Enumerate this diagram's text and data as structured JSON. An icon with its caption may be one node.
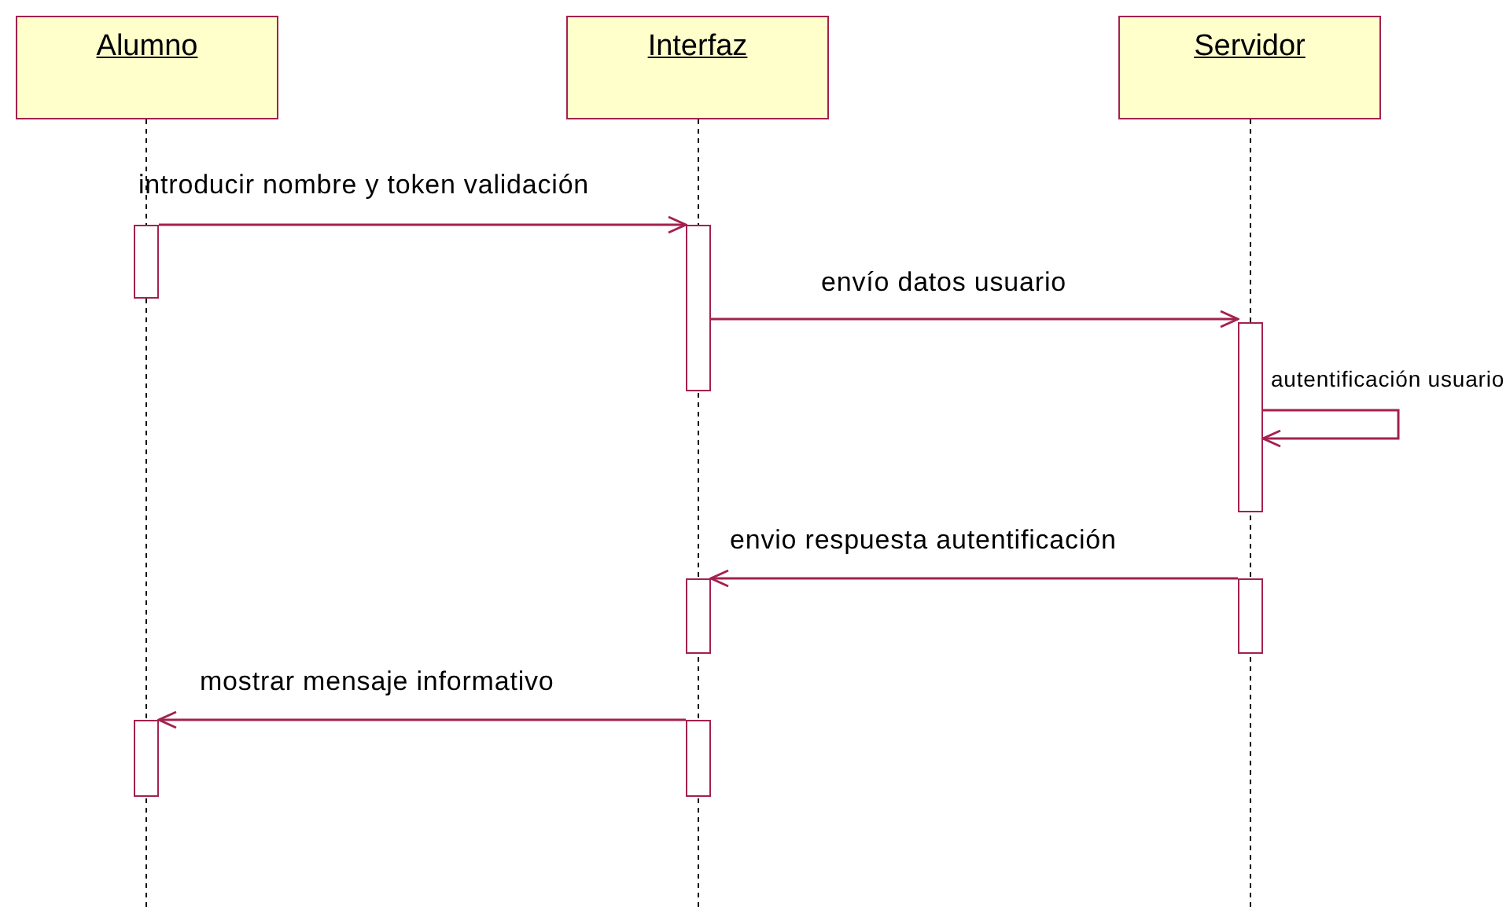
{
  "diagram": {
    "nodes": [
      {
        "text": [
          "Alumno"
        ]
      },
      {
        "text": [
          "Interfaz"
        ]
      },
      {
        "text": [
          "Servidor"
        ]
      },
      {
        "text": [],
        "shape": "bar"
      },
      {
        "text": [],
        "shape": "bar"
      },
      {
        "text": [],
        "shape": "bar"
      },
      {
        "text": [],
        "shape": "bar"
      },
      {
        "text": [],
        "shape": "bar"
      },
      {
        "text": [],
        "shape": "bar"
      },
      {
        "text": [],
        "shape": "bar"
      }
    ],
    "edges": [
      {
        "from": 3,
        "to": 4,
        "arrow": "to",
        "label": "introducir nombre y token validación"
      },
      {
        "from": 4,
        "to": 5,
        "arrow": "to",
        "label": "envío datos usuario"
      },
      {
        "from": 5,
        "to": 5,
        "arrow": "to",
        "label": "autentificación usuario"
      },
      {
        "from": 7,
        "to": 6,
        "arrow": "to",
        "label": "envio respuesta autentificación"
      },
      {
        "from": 9,
        "to": 8,
        "arrow": "to",
        "label": "mostrar mensaje informativo"
      }
    ]
  }
}
